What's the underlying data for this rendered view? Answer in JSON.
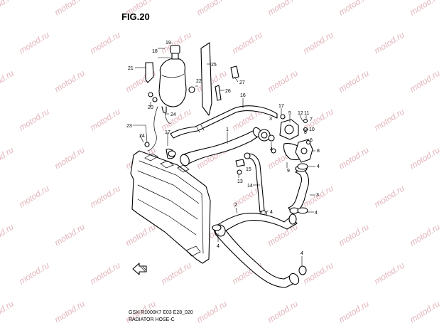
{
  "figure_title": "FIG.20",
  "watermark_text": "motod.ru",
  "footer": {
    "code": "GSX-R1000K7 E03 E28_020",
    "caption": "RADIATOR HOSE-C"
  },
  "part_labels": [
    "19",
    "18",
    "21",
    "25",
    "22",
    "20",
    "24",
    "23",
    "24",
    "27",
    "26",
    "16",
    "17",
    "1",
    "17",
    "3",
    "5",
    "12",
    "11",
    "7",
    "8",
    "10",
    "6",
    "9",
    "4",
    "4",
    "13",
    "15",
    "14",
    "3",
    "2",
    "4",
    "4",
    "4",
    "8",
    "4"
  ]
}
